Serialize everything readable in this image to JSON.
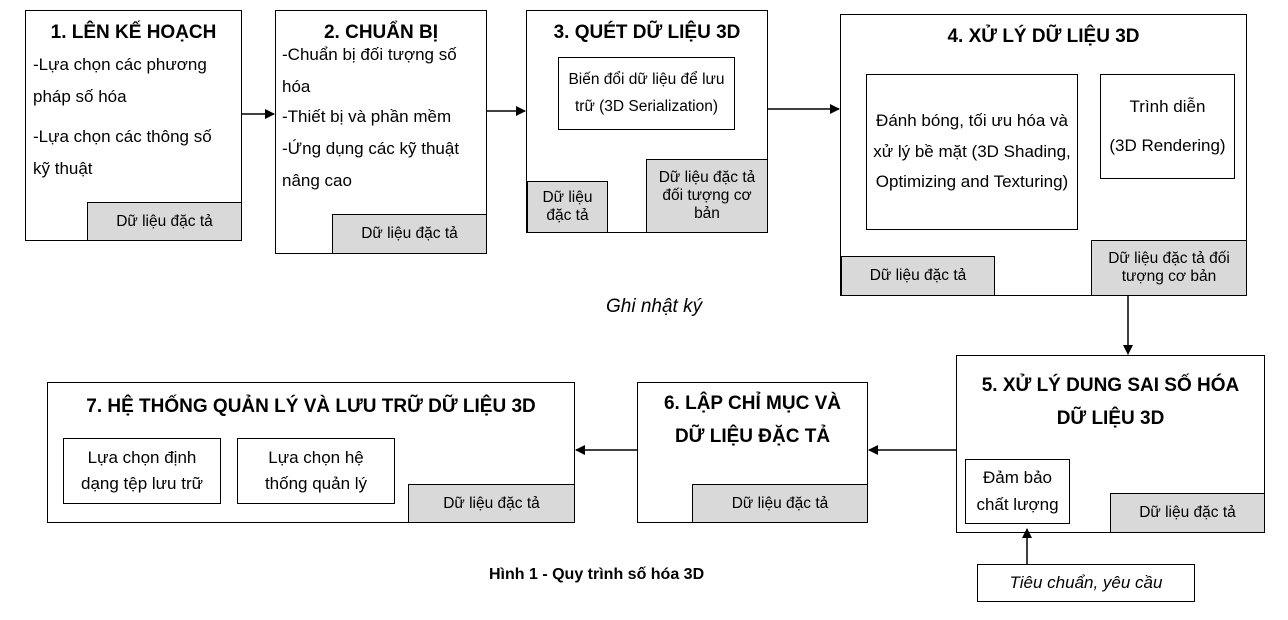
{
  "steps": {
    "s1": {
      "title": "1. LÊN KẾ HOẠCH",
      "item1": "-Lựa chọn các phương pháp số hóa",
      "item2": "-Lựa chọn các thông số kỹ thuật",
      "meta": "Dữ liệu đặc tả"
    },
    "s2": {
      "title": "2. CHUẨN BỊ",
      "item1": "-Chuẩn bị đối tượng số hóa",
      "item2": "-Thiết bị và phần mềm",
      "item3": "-Ứng dụng các kỹ thuật nâng cao",
      "meta": "Dữ liệu đặc tả"
    },
    "s3": {
      "title": "3. QUÉT DỮ LIỆU 3D",
      "inner": "Biến đổi dữ liệu để lưu trữ (3D Serialization)",
      "meta_left": "Dữ liệu đặc tả",
      "meta_right": "Dữ liệu đặc tả đối tượng cơ bản"
    },
    "s4": {
      "title": "4. XỬ LÝ DỮ LIỆU 3D",
      "inner_left": "Đánh bóng, tối ưu hóa và xử lý bề mặt (3D Shading, Optimizing and Texturing)",
      "inner_right_line1": "Trình diễn",
      "inner_right_line2": "(3D Rendering)",
      "meta_left": "Dữ liệu đặc tả",
      "meta_right": "Dữ liệu đặc tả đối tượng cơ bản"
    },
    "s5": {
      "title": "5. XỬ LÝ DUNG SAI SỐ HÓA DỮ LIỆU 3D",
      "inner": "Đảm bảo chất lượng",
      "meta": "Dữ liệu đặc tả"
    },
    "s6": {
      "title": "6. LẬP CHỈ MỤC VÀ DỮ LIỆU ĐẶC TẢ",
      "meta": "Dữ liệu đặc tả"
    },
    "s7": {
      "title": "7. HỆ THỐNG QUẢN LÝ VÀ LƯU TRỮ DỮ LIỆU 3D",
      "inner_left": "Lựa chọn định dạng tệp lưu trữ",
      "inner_right": "Lựa chọn hệ thống quản lý",
      "meta": "Dữ liệu đặc tả"
    }
  },
  "log_label": "Ghi nhật ký",
  "standards_label": "Tiêu chuẩn, yêu cầu",
  "caption": "Hình 1 - Quy trình số hóa 3D"
}
